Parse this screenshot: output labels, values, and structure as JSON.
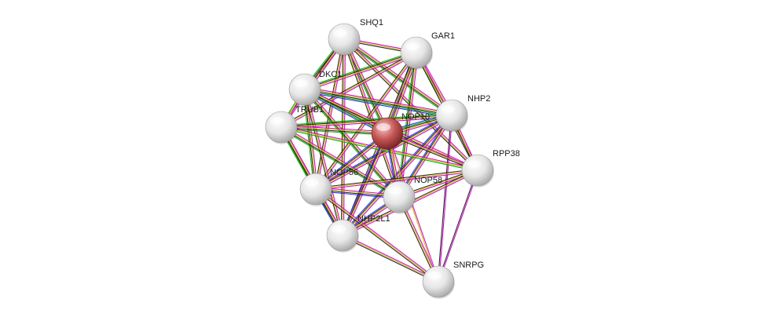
{
  "network": {
    "nodes": [
      {
        "id": "SHQ1",
        "label": "SHQ1",
        "color": "#e8e8e8",
        "query": false
      },
      {
        "id": "GAR1",
        "label": "GAR1",
        "color": "#e8e8e8",
        "query": false
      },
      {
        "id": "DKC1",
        "label": "DKC1",
        "color": "#e8e8e8",
        "query": false
      },
      {
        "id": "NHP2",
        "label": "NHP2",
        "color": "#e8e8e8",
        "query": false
      },
      {
        "id": "TRUB1",
        "label": "TRUB1",
        "color": "#e8e8e8",
        "query": false
      },
      {
        "id": "NOP10",
        "label": "NOP10",
        "color": "#c0504d",
        "query": true
      },
      {
        "id": "RPP38",
        "label": "RPP38",
        "color": "#e8e8e8",
        "query": false
      },
      {
        "id": "NOP56",
        "label": "NOP56",
        "color": "#e8e8e8",
        "query": false
      },
      {
        "id": "NOP58",
        "label": "NOP58",
        "color": "#e8e8e8",
        "query": false
      },
      {
        "id": "NHP2L1",
        "label": "NHP2L1",
        "color": "#e8e8e8",
        "query": false
      },
      {
        "id": "SNRPG",
        "label": "SNRPG",
        "color": "#e8e8e8",
        "query": false
      }
    ],
    "edge_colors": [
      "#d400d4",
      "#c8c800",
      "#202020",
      "#00b000",
      "#2a2aff",
      "#00b0b0"
    ],
    "edges": [
      {
        "source": "SHQ1",
        "target": "GAR1",
        "types": [
          0,
          1,
          2
        ]
      },
      {
        "source": "SHQ1",
        "target": "DKC1",
        "types": [
          0,
          1,
          2,
          3
        ]
      },
      {
        "source": "SHQ1",
        "target": "NHP2",
        "types": [
          0,
          1,
          2,
          3
        ]
      },
      {
        "source": "SHQ1",
        "target": "TRUB1",
        "types": [
          0,
          1,
          2
        ]
      },
      {
        "source": "SHQ1",
        "target": "NOP10",
        "types": [
          0,
          1,
          2,
          3
        ]
      },
      {
        "source": "SHQ1",
        "target": "RPP38",
        "types": [
          0,
          1,
          2
        ]
      },
      {
        "source": "SHQ1",
        "target": "NOP56",
        "types": [
          0,
          1,
          2
        ]
      },
      {
        "source": "SHQ1",
        "target": "NOP58",
        "types": [
          0,
          1,
          2
        ]
      },
      {
        "source": "SHQ1",
        "target": "NHP2L1",
        "types": [
          0,
          1,
          2
        ]
      },
      {
        "source": "GAR1",
        "target": "DKC1",
        "types": [
          0,
          1,
          2,
          3
        ]
      },
      {
        "source": "GAR1",
        "target": "NHP2",
        "types": [
          0,
          1,
          2,
          3
        ]
      },
      {
        "source": "GAR1",
        "target": "TRUB1",
        "types": [
          0,
          1,
          2
        ]
      },
      {
        "source": "GAR1",
        "target": "NOP10",
        "types": [
          0,
          1,
          2,
          3,
          4
        ]
      },
      {
        "source": "GAR1",
        "target": "RPP38",
        "types": [
          0,
          1,
          2
        ]
      },
      {
        "source": "GAR1",
        "target": "NOP56",
        "types": [
          0,
          1,
          2
        ]
      },
      {
        "source": "GAR1",
        "target": "NOP58",
        "types": [
          0,
          1,
          2,
          3
        ]
      },
      {
        "source": "GAR1",
        "target": "NHP2L1",
        "types": [
          0,
          1,
          2
        ]
      },
      {
        "source": "DKC1",
        "target": "NHP2",
        "types": [
          0,
          1,
          2,
          3,
          4
        ]
      },
      {
        "source": "DKC1",
        "target": "TRUB1",
        "types": [
          0,
          1,
          3
        ]
      },
      {
        "source": "DKC1",
        "target": "NOP10",
        "types": [
          0,
          1,
          2,
          3,
          4
        ]
      },
      {
        "source": "DKC1",
        "target": "RPP38",
        "types": [
          0,
          1,
          2
        ]
      },
      {
        "source": "DKC1",
        "target": "NOP56",
        "types": [
          0,
          1,
          2,
          3
        ]
      },
      {
        "source": "DKC1",
        "target": "NOP58",
        "types": [
          0,
          1,
          2,
          3
        ]
      },
      {
        "source": "DKC1",
        "target": "NHP2L1",
        "types": [
          0,
          1,
          2
        ]
      },
      {
        "source": "NHP2",
        "target": "TRUB1",
        "types": [
          0,
          1,
          2,
          3
        ]
      },
      {
        "source": "NHP2",
        "target": "NOP10",
        "types": [
          0,
          1,
          2,
          3,
          4
        ]
      },
      {
        "source": "NHP2",
        "target": "RPP38",
        "types": [
          0,
          1,
          2
        ]
      },
      {
        "source": "NHP2",
        "target": "NOP56",
        "types": [
          0,
          1,
          2,
          4
        ]
      },
      {
        "source": "NHP2",
        "target": "NOP58",
        "types": [
          0,
          1,
          2,
          4
        ]
      },
      {
        "source": "NHP2",
        "target": "NHP2L1",
        "types": [
          0,
          1,
          2,
          4
        ]
      },
      {
        "source": "NHP2",
        "target": "SNRPG",
        "types": [
          0,
          2
        ]
      },
      {
        "source": "TRUB1",
        "target": "NOP10",
        "types": [
          0,
          1,
          2,
          3
        ]
      },
      {
        "source": "TRUB1",
        "target": "RPP38",
        "types": [
          0,
          1,
          3
        ]
      },
      {
        "source": "TRUB1",
        "target": "NOP56",
        "types": [
          0,
          1,
          2,
          3
        ]
      },
      {
        "source": "TRUB1",
        "target": "NOP58",
        "types": [
          0,
          1,
          2,
          3
        ]
      },
      {
        "source": "TRUB1",
        "target": "NHP2L1",
        "types": [
          0,
          1,
          2,
          3
        ]
      },
      {
        "source": "NOP10",
        "target": "RPP38",
        "types": [
          0,
          1,
          2
        ]
      },
      {
        "source": "NOP10",
        "target": "NOP56",
        "types": [
          0,
          1,
          2,
          4
        ]
      },
      {
        "source": "NOP10",
        "target": "NOP58",
        "types": [
          0,
          1,
          2,
          4
        ]
      },
      {
        "source": "NOP10",
        "target": "NHP2L1",
        "types": [
          0,
          1,
          2,
          4
        ]
      },
      {
        "source": "NOP10",
        "target": "SNRPG",
        "types": [
          0,
          1
        ]
      },
      {
        "source": "RPP38",
        "target": "NOP56",
        "types": [
          0,
          1,
          2
        ]
      },
      {
        "source": "RPP38",
        "target": "NOP58",
        "types": [
          0,
          1,
          2
        ]
      },
      {
        "source": "RPP38",
        "target": "NHP2L1",
        "types": [
          0,
          1,
          2
        ]
      },
      {
        "source": "RPP38",
        "target": "SNRPG",
        "types": [
          0,
          2
        ]
      },
      {
        "source": "NOP56",
        "target": "NOP58",
        "types": [
          0,
          1,
          2,
          4
        ]
      },
      {
        "source": "NOP56",
        "target": "NHP2L1",
        "types": [
          0,
          1,
          2,
          4
        ]
      },
      {
        "source": "NOP56",
        "target": "SNRPG",
        "types": [
          0,
          1,
          2
        ]
      },
      {
        "source": "NOP58",
        "target": "NHP2L1",
        "types": [
          0,
          1,
          2,
          4
        ]
      },
      {
        "source": "NOP58",
        "target": "SNRPG",
        "types": [
          0,
          1,
          2
        ]
      },
      {
        "source": "NHP2L1",
        "target": "SNRPG",
        "types": [
          0,
          1,
          2
        ]
      }
    ]
  }
}
